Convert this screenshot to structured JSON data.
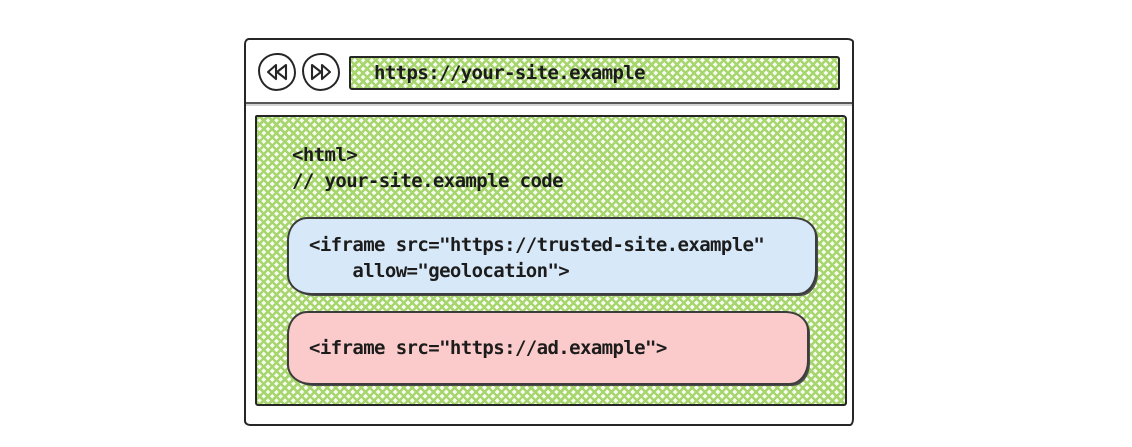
{
  "browser": {
    "url": "https://your-site.example",
    "back_label": "back",
    "forward_label": "forward",
    "icons": {
      "back": "double-left-arrow-icon",
      "forward": "double-right-arrow-icon"
    }
  },
  "page": {
    "code_line1": "<html>",
    "code_line2": "// your-site.example code",
    "trusted_iframe": {
      "line1": "<iframe src=\"https://trusted-site.example\"",
      "line2": "    allow=\"geolocation\">"
    },
    "ad_iframe": {
      "line1": "<iframe src=\"https://ad.example\">"
    }
  },
  "colors": {
    "hatch_green": "#a7d56e",
    "hatch_bg": "#f7fcf0",
    "trusted_blue": "#d7e8f8",
    "ad_pink": "#fbcaca",
    "ink": "#1c1c1c",
    "frame_border": "#3c3c3c",
    "chrome_border": "#262626"
  }
}
